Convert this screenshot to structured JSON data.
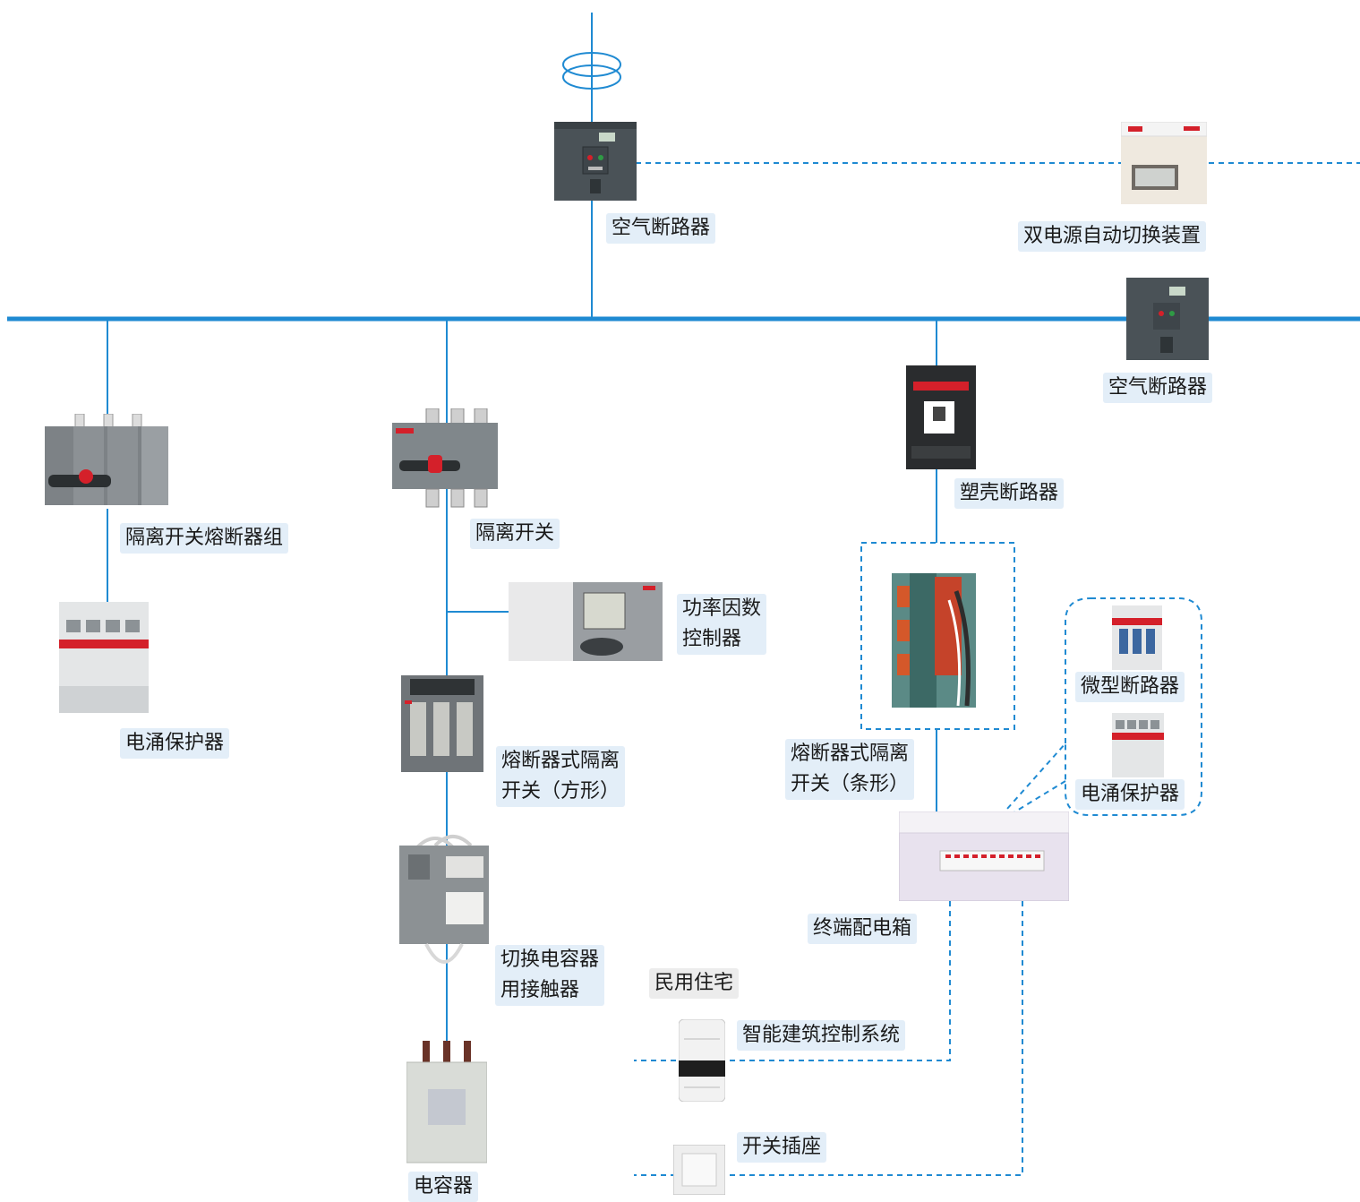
{
  "labels": {
    "acb_top": "空气断路器",
    "ats": "双电源自动切换装置",
    "acb_right": "空气断路器",
    "switch_fuse_group": "隔离开关熔断器组",
    "disconnector": "隔离开关",
    "pf_controller_1": "功率因数",
    "pf_controller_2": "控制器",
    "fuse_switch_box_1": "熔断器式隔离",
    "fuse_switch_box_2": "开关（方形）",
    "cap_contactor_1": "切换电容器",
    "cap_contactor_2": "用接触器",
    "capacitor": "电容器",
    "surge_left": "电涌保护器",
    "mccb": "塑壳断路器",
    "fuse_switch_strip_1": "熔断器式隔离",
    "fuse_switch_strip_2": "开关（条形）",
    "mcb": "微型断路器",
    "surge_right": "电涌保护器",
    "final_board": "终端配电箱",
    "residential": "民用住宅",
    "smart_building": "智能建筑控制系统",
    "switch_socket": "开关插座"
  },
  "colors": {
    "busbar": "#1f8ad2",
    "label_bg": "#e3eef8",
    "device_dark": "#4a5257",
    "abb_red": "#d4202a"
  }
}
